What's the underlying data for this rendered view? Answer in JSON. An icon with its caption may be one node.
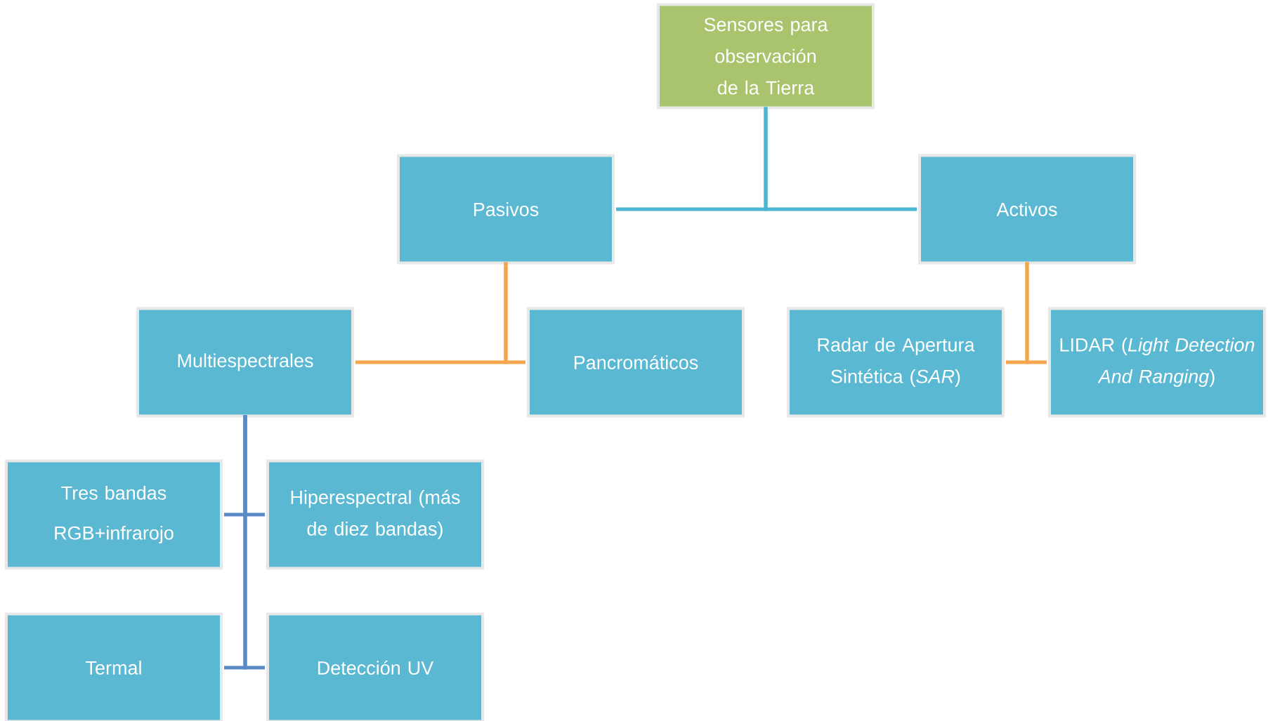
{
  "diagram": {
    "nodes": [
      {
        "text": [
          "Sensores para observación de la Tierra"
        ]
      },
      {
        "text": [
          "Pasivos"
        ]
      },
      {
        "text": [
          "Activos"
        ]
      },
      {
        "text": [
          "Multiespectrales"
        ]
      },
      {
        "text": [
          "Pancromáticos"
        ]
      },
      {
        "text": [
          "Radar de Apertura Sintética (*SAR*)"
        ]
      },
      {
        "text": [
          "LIDAR (*Light Detection And Ranging*)"
        ]
      },
      {
        "text": [
          "Tres bandas",
          "RGB+infrarojo"
        ]
      },
      {
        "text": [
          "Hiperespectral (más de diez bandas)"
        ]
      },
      {
        "text": [
          "Termal"
        ]
      },
      {
        "text": [
          "Detección UV"
        ]
      }
    ],
    "edges": [
      {
        "from": 0,
        "to": 1,
        "arrow": "none",
        "color": "#4bb6cf"
      },
      {
        "from": 0,
        "to": 2,
        "arrow": "none",
        "color": "#4bb6cf"
      },
      {
        "from": 1,
        "to": 3,
        "arrow": "none",
        "color": "#f6a54f"
      },
      {
        "from": 1,
        "to": 4,
        "arrow": "none",
        "color": "#f6a54f"
      },
      {
        "from": 2,
        "to": 5,
        "arrow": "none",
        "color": "#f6a54f"
      },
      {
        "from": 2,
        "to": 6,
        "arrow": "none",
        "color": "#f6a54f"
      },
      {
        "from": 3,
        "to": 7,
        "arrow": "none",
        "color": "#5a8ac6"
      },
      {
        "from": 3,
        "to": 8,
        "arrow": "none",
        "color": "#5a8ac6"
      },
      {
        "from": 3,
        "to": 9,
        "arrow": "none",
        "color": "#5a8ac6"
      },
      {
        "from": 3,
        "to": 10,
        "arrow": "none",
        "color": "#5a8ac6"
      }
    ]
  }
}
